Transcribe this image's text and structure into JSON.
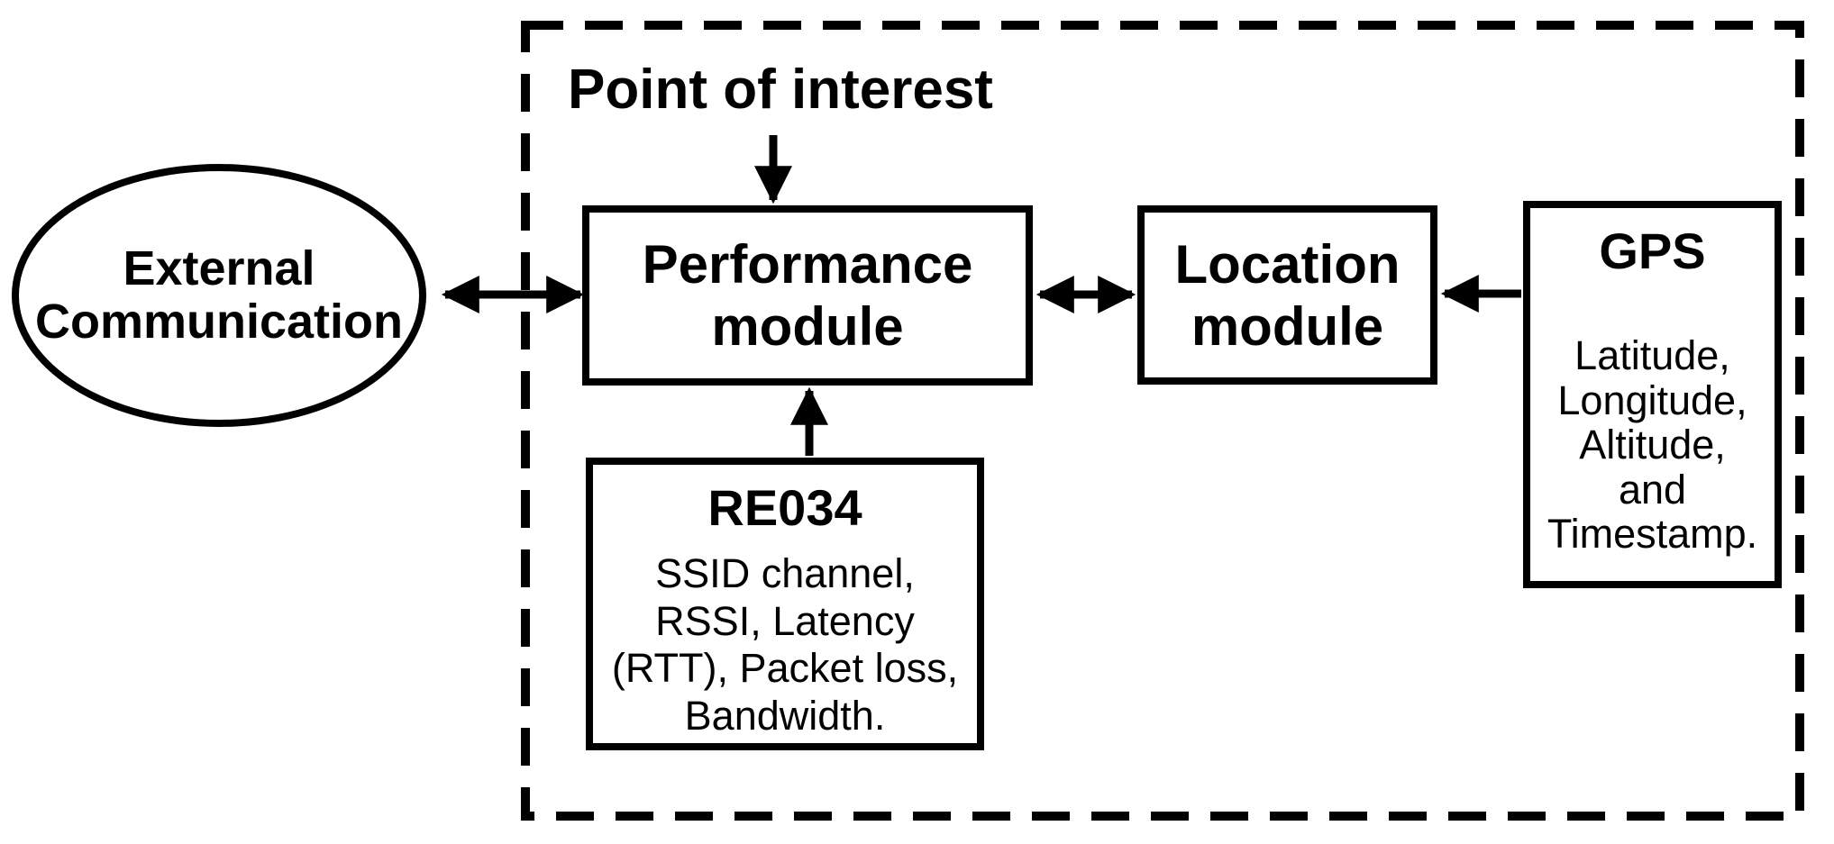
{
  "diagram": {
    "poi_label": "Point of interest",
    "external_label": "External\nCommunication",
    "performance_label": "Performance\nmodule",
    "location_label": "Location\nmodule",
    "re034": {
      "title": "RE034",
      "body": "SSID channel,\nRSSI, Latency\n(RTT), Packet loss,\nBandwidth."
    },
    "gps": {
      "title": "GPS",
      "body": "Latitude,\nLongitude,\nAltitude,\nand\nTimestamp."
    },
    "colors": {
      "ink": "#000000",
      "background": "#ffffff"
    }
  }
}
